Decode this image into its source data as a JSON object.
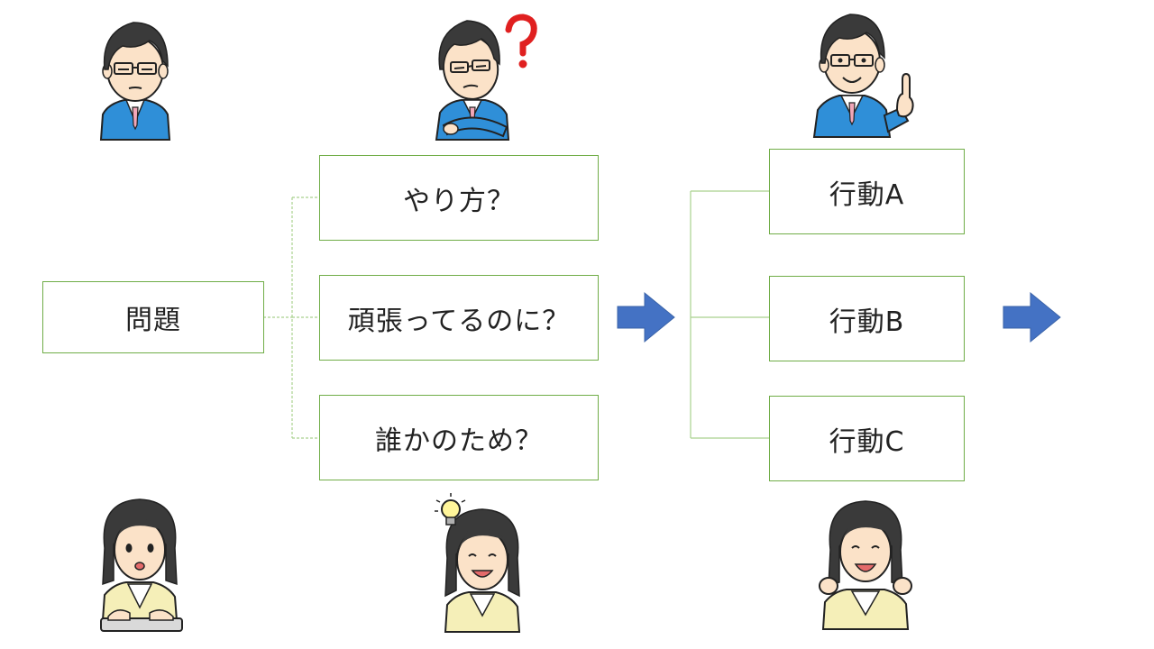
{
  "diagram": {
    "problem": {
      "label": "問題"
    },
    "causes": [
      {
        "label": "やり方？"
      },
      {
        "label": "頑張ってるのに？"
      },
      {
        "label": "誰かのため？"
      }
    ],
    "actions": [
      {
        "label": "行動A"
      },
      {
        "label": "行動B"
      },
      {
        "label": "行動C"
      }
    ],
    "colors": {
      "box_border": "#70ad47",
      "connector": "#a9d18e",
      "arrow": "#4472c4",
      "suit_male": "#2f8fd8",
      "suit_female": "#f5efb8",
      "hair": "#3a3a3a",
      "skin": "#fbe2c8",
      "question_mark": "#e02020"
    },
    "illustrations": [
      "man-glasses-serious",
      "man-glasses-puzzled-question",
      "man-glasses-pointing-idea",
      "woman-typing-keyboard",
      "woman-lightbulb-idea",
      "woman-cheering-fists"
    ]
  }
}
